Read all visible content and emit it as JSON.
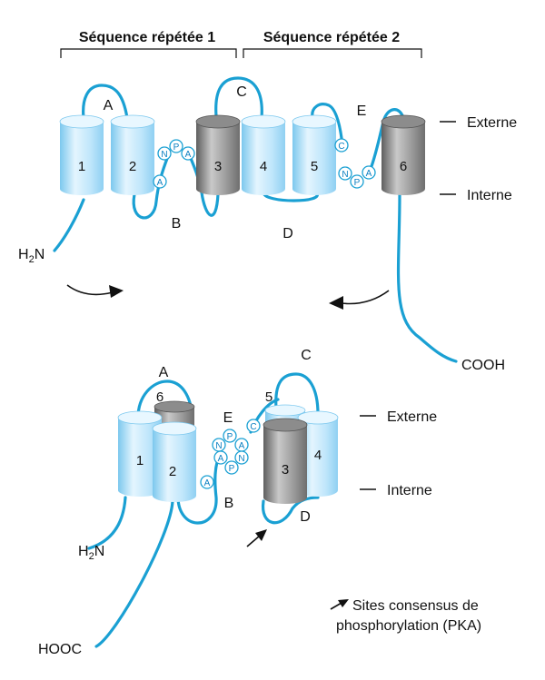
{
  "colors": {
    "loop": "#1aa0d3",
    "helix_light": "#bfe6fb",
    "helix_dark": "#8a8a8a",
    "residue_stroke": "#1aa0d3"
  },
  "top": {
    "header_repeat_1": "Séquence répétée 1",
    "header_repeat_2": "Séquence répétée 2",
    "helix_labels": [
      "1",
      "2",
      "3",
      "4",
      "5",
      "6"
    ],
    "loop_labels": {
      "A": "A",
      "B": "B",
      "C": "C",
      "D": "D",
      "E": "E"
    },
    "n_term_main": "H",
    "n_term_sub": "2",
    "n_term_tail": "N",
    "c_term": "COOH",
    "side_external": "Externe",
    "side_internal": "Interne",
    "npa_1": [
      "N",
      "P",
      "A",
      "A"
    ],
    "npa_2": [
      "C",
      "N",
      "P",
      "A"
    ]
  },
  "bottom": {
    "helix_labels": [
      "1",
      "2",
      "3",
      "4",
      "5",
      "6"
    ],
    "loop_labels": {
      "A": "A",
      "B": "B",
      "C": "C",
      "D": "D",
      "E": "E"
    },
    "n_term_main": "H",
    "n_term_sub": "2",
    "n_term_tail": "N",
    "c_term": "HOOC",
    "side_external": "Externe",
    "side_internal": "Interne",
    "pore_residues": [
      "N",
      "P",
      "A",
      "A",
      "C",
      "A",
      "P",
      "N"
    ]
  },
  "legend": {
    "line1": "Sites consensus de",
    "line2": "phosphorylation (PKA)"
  }
}
